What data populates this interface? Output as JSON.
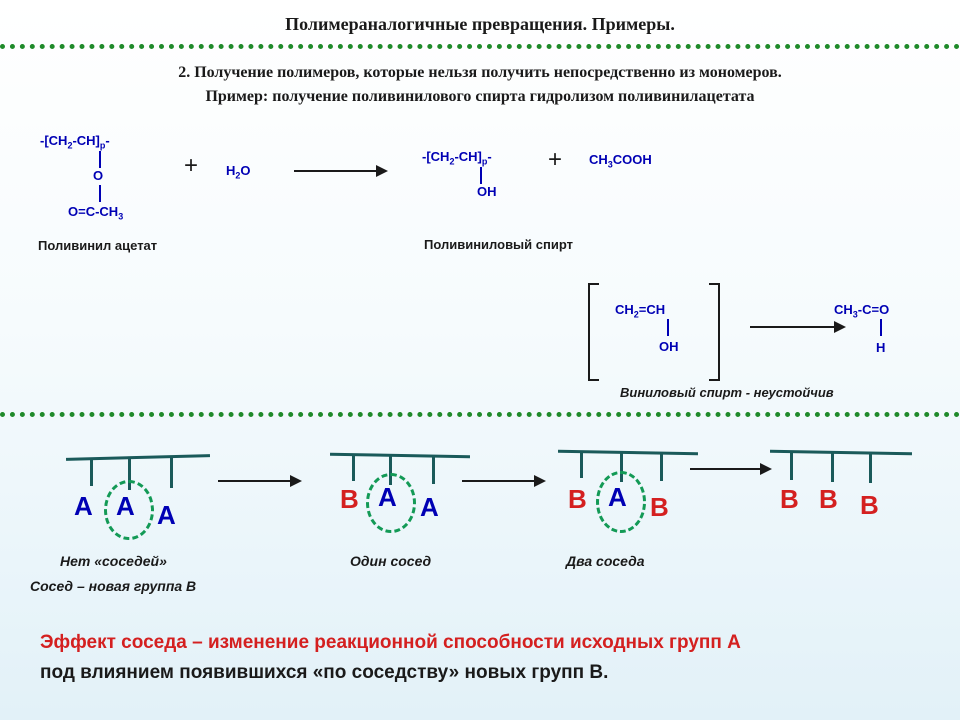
{
  "title": "Полимераналогичные превращения. Примеры.",
  "subtitle_line1": "2. Получение полимеров, которые нельзя получить непосредственно из мономеров.",
  "subtitle_line2": "Пример: получение поливинилового спирта гидролизом поливинилацетата",
  "reaction": {
    "reactant1": {
      "chain": "-[CH2-CH]p-",
      "o": "O",
      "ester": "O=C-CH3",
      "name": "Поливинил ацетат"
    },
    "plus1": "+",
    "reagent": "H2O",
    "product1": {
      "chain": "-[CH2-CH]p-",
      "oh": "OH",
      "name": "Поливиниловый спирт"
    },
    "plus2": "+",
    "product2": "CH3COOH"
  },
  "tautomer": {
    "left_top": "CH2=CH",
    "left_bottom": "OH",
    "right_top": "CH3-C=O",
    "right_bottom": "H",
    "note": "Виниловый спирт - неустойчив"
  },
  "diagram": {
    "panel1": {
      "groups": [
        "A",
        "A",
        "A"
      ],
      "caption1": "Нет «соседей»",
      "caption2": "Сосед – новая группа В"
    },
    "panel2": {
      "groups": [
        "B",
        "A",
        "A"
      ],
      "caption": "Один сосед"
    },
    "panel3": {
      "groups": [
        "B",
        "A",
        "B"
      ],
      "caption": "Два соседа"
    },
    "panel4": {
      "groups": [
        "B",
        "B",
        "B"
      ]
    }
  },
  "conclusion": {
    "line1": "Эффект соседа – изменение реакционной способности исходных групп А",
    "line2": "под влиянием появившихся «по соседству» новых групп В."
  },
  "colors": {
    "group_a": "#0000b4",
    "group_b": "#d42020",
    "separator": "#1f8a2a",
    "ring": "#139a56"
  }
}
